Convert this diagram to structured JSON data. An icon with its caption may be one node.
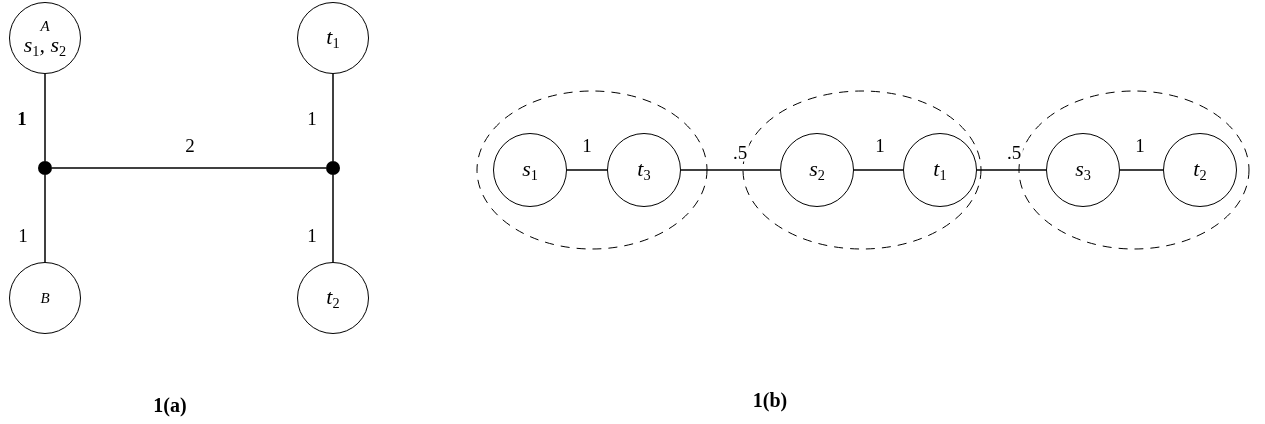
{
  "diagram": {
    "nodes": [
      {
        "text": [
          "A",
          "s$_{1}$, s$_{2}$"
        ]
      },
      {
        "text": [
          "t$_{1}$"
        ]
      },
      {
        "text": [],
        "shape": "circle"
      },
      {
        "text": [],
        "shape": "circle"
      },
      {
        "text": [
          "B"
        ]
      },
      {
        "text": [
          "t$_{2}$"
        ]
      },
      {
        "text": [],
        "shape": "ellipse"
      },
      {
        "text": [
          "s$_{1}$"
        ],
        "in": 6
      },
      {
        "text": [
          "t$_{3}$"
        ],
        "in": 6
      },
      {
        "text": [],
        "shape": "ellipse"
      },
      {
        "text": [
          "s$_{2}$"
        ],
        "in": 9
      },
      {
        "text": [
          "t$_{1}$"
        ],
        "in": 9
      },
      {
        "text": [],
        "shape": "ellipse"
      },
      {
        "text": [
          "s$_{3}$"
        ],
        "in": 12
      },
      {
        "text": [
          "t$_{2}$"
        ],
        "in": 12
      }
    ],
    "edges": [
      {
        "from": 0,
        "to": 2,
        "arrow": "none",
        "label": "1"
      },
      {
        "from": 2,
        "to": 3,
        "arrow": "none",
        "label": "2"
      },
      {
        "from": 1,
        "to": 3,
        "arrow": "none",
        "label": "1"
      },
      {
        "from": 2,
        "to": 4,
        "arrow": "none",
        "label": "1"
      },
      {
        "from": 3,
        "to": 5,
        "arrow": "none",
        "label": "1"
      },
      {
        "from": 7,
        "to": 8,
        "arrow": "none",
        "label": "1"
      },
      {
        "from": 8,
        "to": 10,
        "arrow": "none",
        "label": ".5"
      },
      {
        "from": 10,
        "to": 11,
        "arrow": "none",
        "label": "1"
      },
      {
        "from": 11,
        "to": 13,
        "arrow": "none",
        "label": ".5"
      },
      {
        "from": 13,
        "to": 14,
        "arrow": "none",
        "label": "1"
      }
    ],
    "labels": [
      "1(a)",
      "1(b)"
    ]
  }
}
